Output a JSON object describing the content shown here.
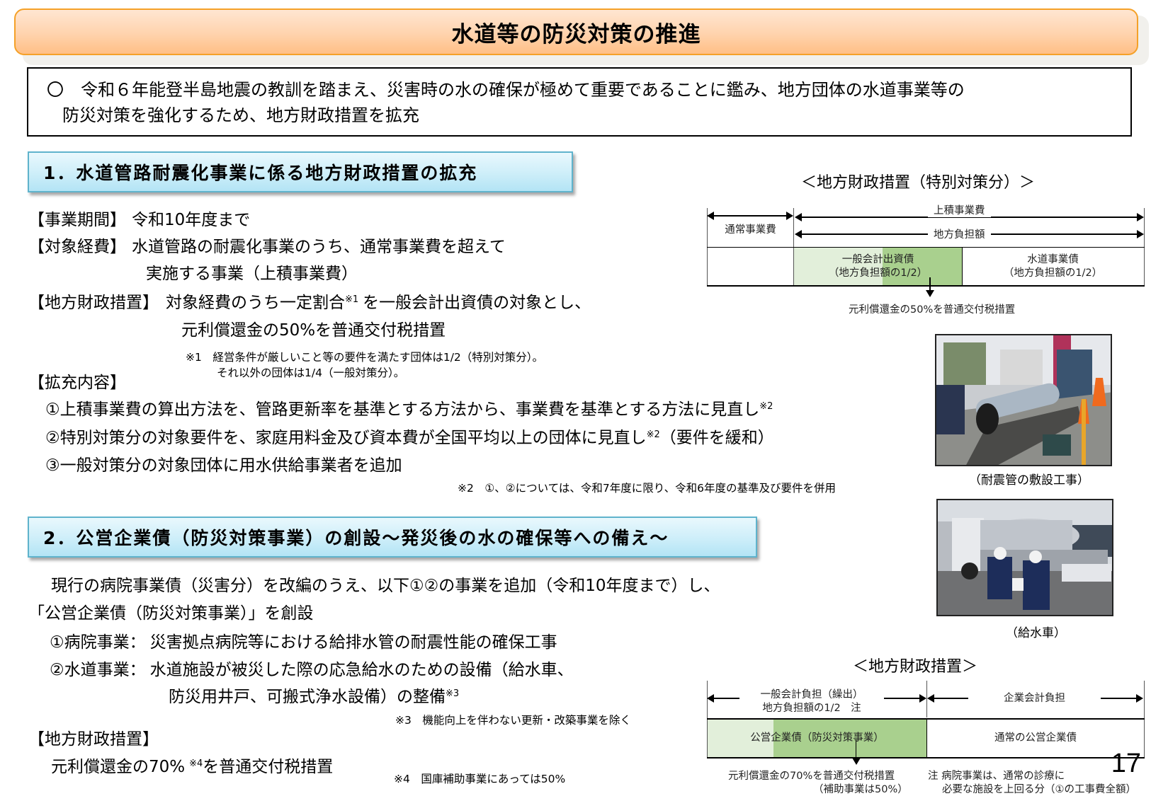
{
  "title": "水道等の防災対策の推進",
  "intro": {
    "bullet": "〇",
    "line1": "令和６年能登半島地震の教訓を踏まえ、災害時の水の確保が極めて重要であることに鑑み、地方団体の水道事業等の",
    "line2": "防災対策を強化するため、地方財政措置を拡充"
  },
  "section1": {
    "heading": "1．水道管路耐震化事業に係る地方財政措置の拡充",
    "period_label": "【事業期間】",
    "period_value": "令和10年度まで",
    "cost_label": "【対象経費】",
    "cost_value_1": "水道管路の耐震化事業のうち、通常事業費を超えて",
    "cost_value_2": "実施する事業（上積事業費）",
    "fiscal_label": "【地方財政措置】",
    "fiscal_value_1a": "対象経費のうち一定割合",
    "fiscal_value_1_sup": "※1",
    "fiscal_value_1b": "を一般会計出資債の対象とし、",
    "fiscal_value_2": "元利償還金の50%を普通交付税措置",
    "note1_line1": "※1　経営条件が厳しいこと等の要件を満たす団体は1/2（特別対策分）。",
    "note1_line2": "それ以外の団体は1/4（一般対策分）。",
    "expand_label": "【拡充内容】",
    "expand_items": [
      {
        "text": "①上積事業費の算出方法を、管路更新率を基準とする方法から、事業費を基準とする方法に見直し",
        "sup": "※2",
        "tail": ""
      },
      {
        "text": "②特別対策分の対象要件を、家庭用料金及び資本費が全国平均以上の団体に見直し",
        "sup": "※2",
        "tail": "（要件を緩和）"
      },
      {
        "text": "③一般対策分の対象団体に用水供給事業者を追加",
        "sup": "",
        "tail": ""
      }
    ],
    "note2": "※2　①、②については、令和7年度に限り、令和6年度の基準及び要件を併用"
  },
  "diagram1": {
    "title": "＜地方財政措置（特別対策分）＞",
    "normal_cost": "通常事業費",
    "extra_cost": "上積事業費",
    "local_burden": "地方負担額",
    "general_bond_1": "一般会計出資債",
    "general_bond_2": "（地方負担額の1/2）",
    "water_bond_1": "水道事業債",
    "water_bond_2": "（地方負担額の1/2）",
    "note": "元利償還金の50%を普通交付税措置",
    "colors": {
      "light_green": "#e2efda",
      "green": "#a9d08e"
    }
  },
  "photos": [
    {
      "caption": "（耐震管の敷設工事）"
    },
    {
      "caption": "（給水車）"
    }
  ],
  "section2": {
    "heading": "2．公営企業債（防災対策事業）の創設～発災後の水の確保等への備え～",
    "para_line1": "現行の病院事業債（災害分）を改編のうえ、以下①②の事業を追加（令和10年度まで）し、",
    "para_line2": "「公営企業債（防災対策事業）」を創設",
    "item1_label": "①病院事業：",
    "item1_text": "災害拠点病院等における給排水管の耐震性能の確保工事",
    "item2_label": "②水道事業：",
    "item2_text_1": "水道施設が被災した際の応急給水のための設備（給水車、",
    "item2_text_2": "防災用井戸、可搬式浄水設備）の整備",
    "item2_sup": "※3",
    "note3": "※3　機能向上を伴わない更新・改築事業を除く",
    "fiscal_label": "【地方財政措置】",
    "fiscal_value": "元利償還金の70%",
    "fiscal_sup": "※4",
    "fiscal_tail": "を普通交付税措置",
    "note4": "※4　国庫補助事業にあっては50%"
  },
  "diagram2": {
    "title": "＜地方財政措置＞",
    "general_burden_1": "一般会計負担（繰出）",
    "general_burden_2": "地方負担額の1/2　注",
    "enterprise_burden": "企業会計負担",
    "disaster_bond": "公営企業債（防災対策事業）",
    "normal_bond": "通常の公営企業債",
    "note_left_1": "元利償還金の70%を普通交付税措置",
    "note_left_2": "（補助事業は50%）",
    "note_right_1": "注 病院事業は、通常の診療に",
    "note_right_2": "必要な施設を上回る分（①の工事費全額）"
  },
  "page_number": "17"
}
